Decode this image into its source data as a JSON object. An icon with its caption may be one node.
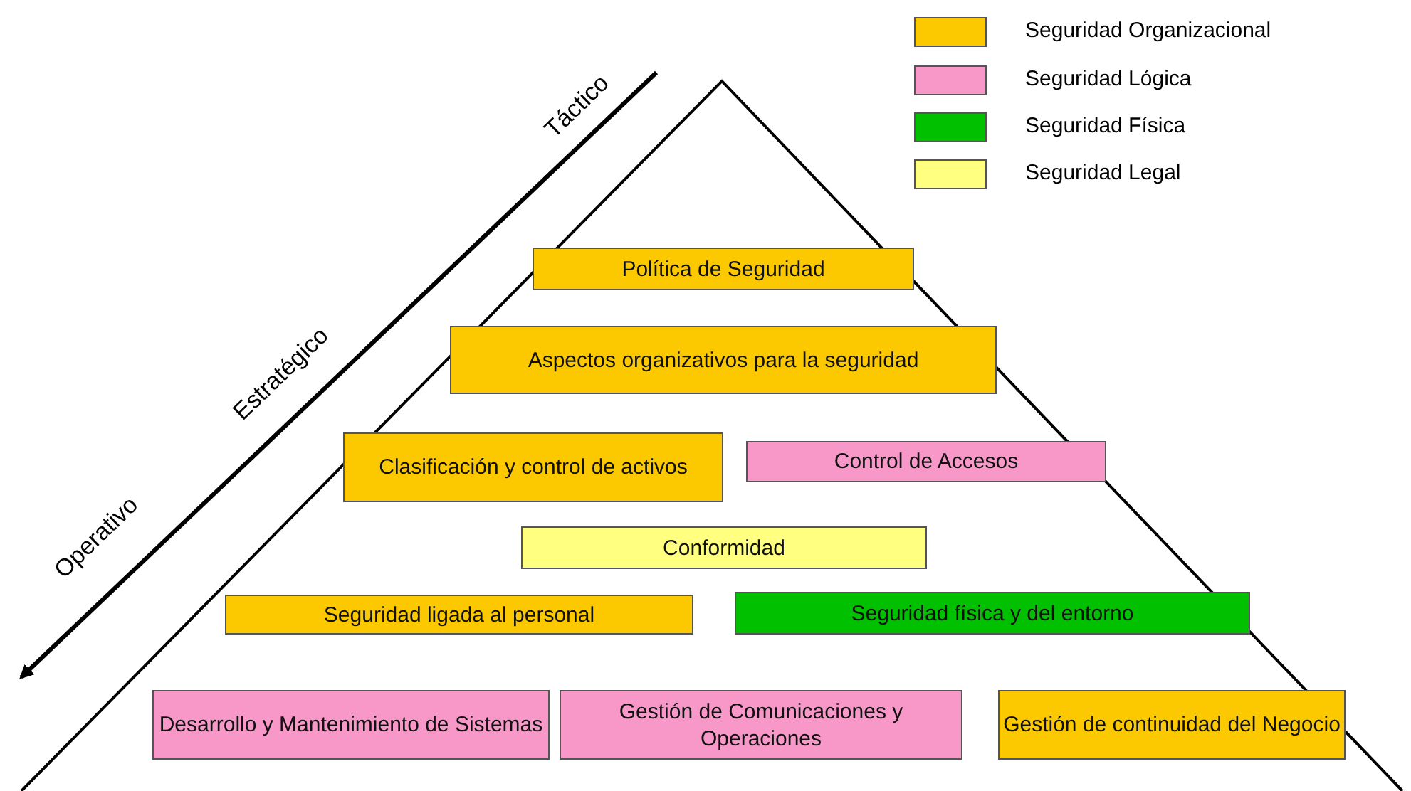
{
  "diagram": {
    "nodes": [
      {
        "text": [
          "Política de Seguridad"
        ]
      },
      {
        "text": [
          "Aspectos organizativos para la seguridad"
        ]
      },
      {
        "text": [
          "Clasificación y control de activos"
        ]
      },
      {
        "text": [
          "Control de Accesos"
        ]
      },
      {
        "text": [
          "Conformidad"
        ]
      },
      {
        "text": [
          "Seguridad ligada al personal"
        ]
      },
      {
        "text": [
          "Seguridad física y del entorno"
        ]
      },
      {
        "text": [
          "Desarrollo y Mantenimiento de Sistemas"
        ]
      },
      {
        "text": [
          "Gestión de Comunicaciones y Operaciones"
        ]
      },
      {
        "text": [
          "Gestión de continuidad del Negocio"
        ]
      }
    ],
    "edges": [],
    "labels": [
      "Táctico",
      "Estratégico",
      "Operativo"
    ],
    "legend": [
      {
        "text": "Seguridad Organizacional",
        "color": "#fcc800"
      },
      {
        "text": "Seguridad Lógica",
        "color": "#f898c8"
      },
      {
        "text": "Seguridad Física",
        "color": "#00c000"
      },
      {
        "text": "Seguridad Legal",
        "color": "#ffff80"
      }
    ]
  }
}
